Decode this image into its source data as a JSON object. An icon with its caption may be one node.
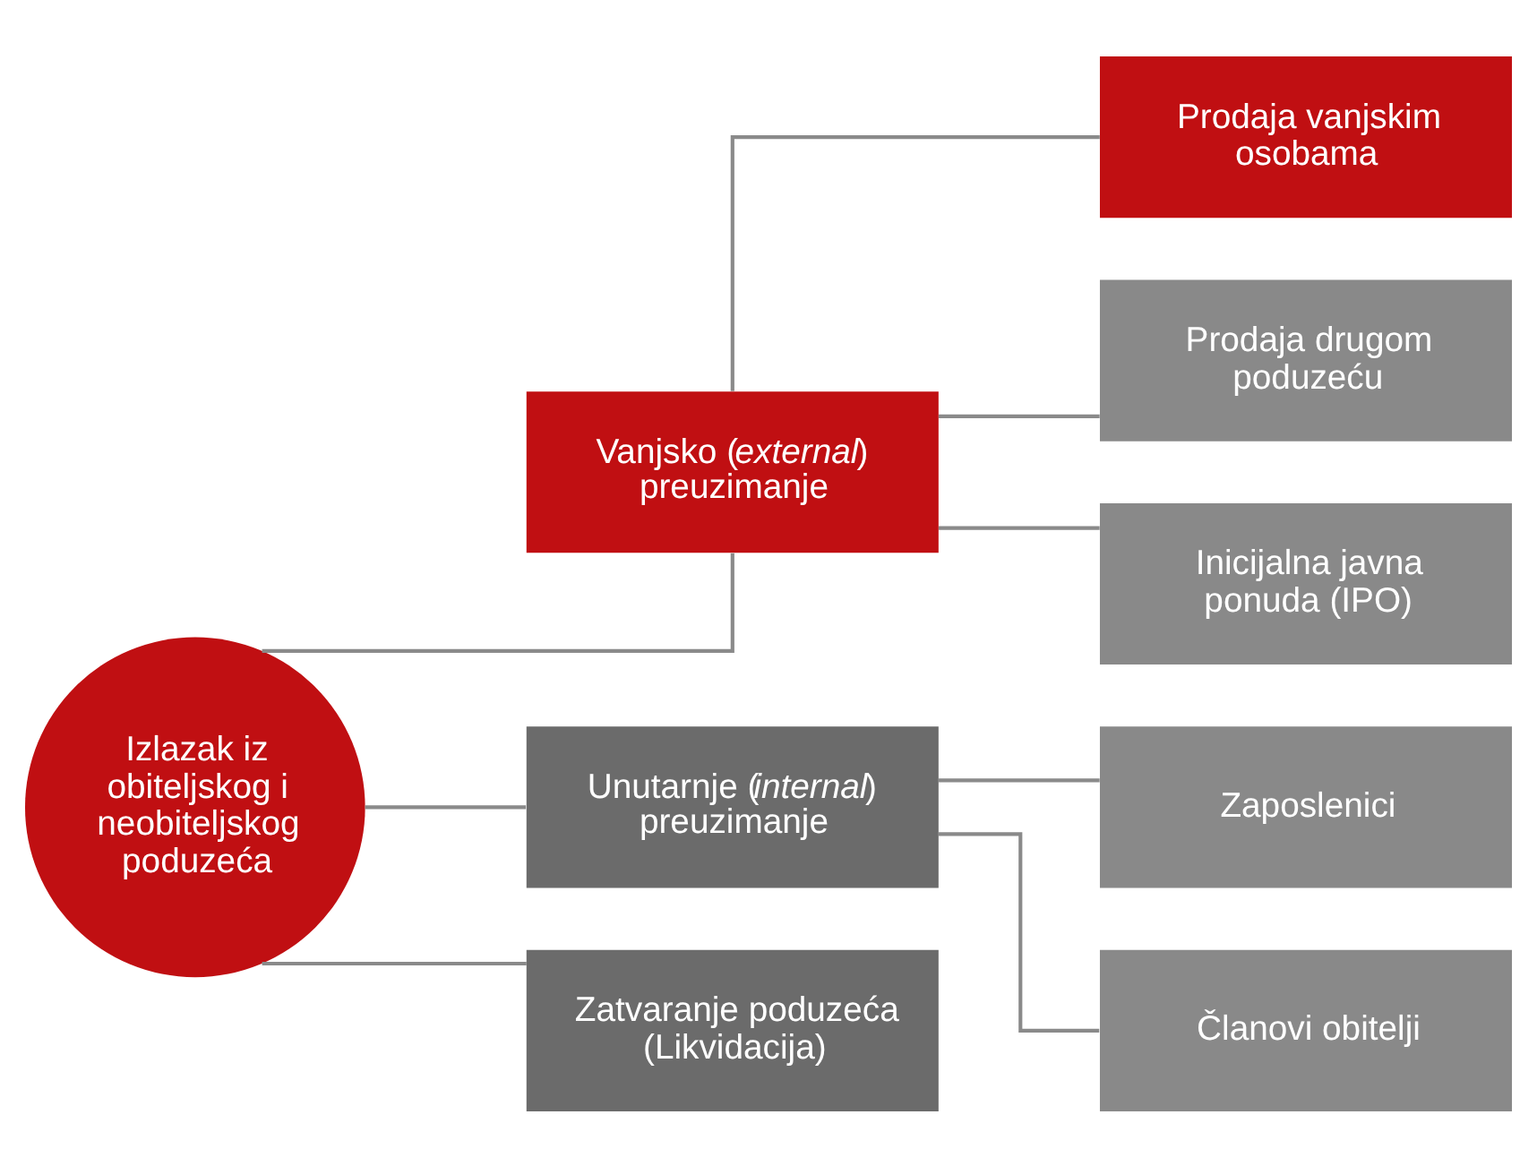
{
  "diagram": {
    "nodes": [
      {
        "text": [
          "Izlazak iz obiteljskog i neobiteljskog poduzeća"
        ]
      },
      {
        "text": [
          "Vanjsko (*external*) preuzimanje"
        ]
      },
      {
        "text": [
          "Unutarnje (*internal*) preuzimanje"
        ]
      },
      {
        "text": [
          "Zatvaranje poduzeća (Likvidacija)"
        ]
      },
      {
        "text": [
          "Prodaja vanjskim osobama"
        ]
      },
      {
        "text": [
          "Prodaja drugom poduzeću"
        ]
      },
      {
        "text": [
          "Inicijalna javna ponuda (IPO)"
        ]
      },
      {
        "text": [
          "Zaposlenici"
        ]
      },
      {
        "text": [
          "Članovi obitelji"
        ]
      }
    ],
    "edges": [
      {
        "from": 0,
        "to": 1,
        "arrow": "none"
      },
      {
        "from": 0,
        "to": 2,
        "arrow": "none"
      },
      {
        "from": 0,
        "to": 3,
        "arrow": "none"
      },
      {
        "from": 1,
        "to": 4,
        "arrow": "none"
      },
      {
        "from": 1,
        "to": 5,
        "arrow": "none"
      },
      {
        "from": 1,
        "to": 6,
        "arrow": "none"
      },
      {
        "from": 2,
        "to": 7,
        "arrow": "none"
      },
      {
        "from": 2,
        "to": 8,
        "arrow": "none"
      }
    ]
  }
}
